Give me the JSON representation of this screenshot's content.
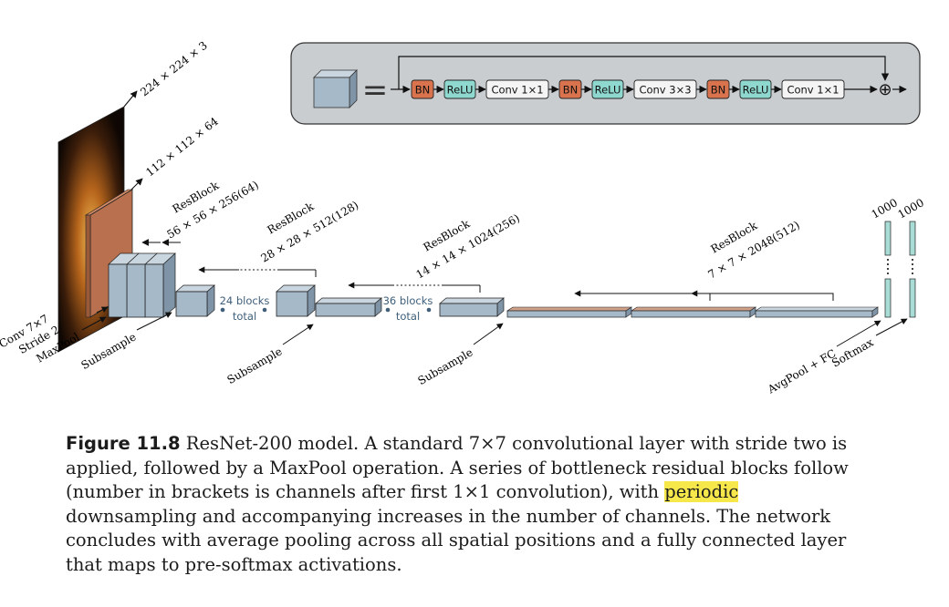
{
  "block": {
    "equals": "=",
    "ops": [
      {
        "label": "BN",
        "kind": "bn"
      },
      {
        "label": "ReLU",
        "kind": "relu"
      },
      {
        "label": "Conv 1×1",
        "kind": "conv"
      },
      {
        "label": "BN",
        "kind": "bn"
      },
      {
        "label": "ReLU",
        "kind": "relu"
      },
      {
        "label": "Conv 3×3",
        "kind": "conv"
      },
      {
        "label": "BN",
        "kind": "bn"
      },
      {
        "label": "ReLU",
        "kind": "relu"
      },
      {
        "label": "Conv 1×1",
        "kind": "conv"
      }
    ],
    "add_symbol": "⊕"
  },
  "labels": {
    "input_dim": "224 × 224 × 3",
    "conv_dim": "112 × 112 × 64",
    "res1_a": "ResBlock",
    "res1_b": "56 × 56 × 256(64)",
    "res2_a": "ResBlock",
    "res2_b": "28 × 28 × 512(128)",
    "res3_a": "ResBlock",
    "res3_b": "14 × 14 × 1024(256)",
    "res4_a": "ResBlock",
    "res4_b": "7 × 7 × 2048(512)",
    "conv_a": "Conv 7×7",
    "conv_b": "Stride 2",
    "maxpool": "MaxPool",
    "subsample1": "Subsample",
    "subsample2": "Subsample",
    "subsample3": "Subsample",
    "blocks24_a": "24 blocks",
    "blocks24_b": "total",
    "blocks36_a": "36 blocks",
    "blocks36_b": "total",
    "fc1": "1000",
    "fc2": "1000",
    "avgpool": "AvgPool + FC",
    "softmax": "Softmax"
  },
  "colors": {
    "bn": "#d9734e",
    "relu": "#8fd8cf",
    "conv": "#f4f4f4",
    "block_panel": "#c9cdd0",
    "block_face": "#a6b9c8",
    "block_top": "#cad6df",
    "block_side": "#7f94a6",
    "conv_layer": "#b8704e",
    "fc": "#a8dcd5",
    "highlight": "#f6e84a"
  },
  "caption": {
    "label": "Figure 11.8",
    "text_before": " ResNet-200 model.  A standard 7×7 convolutional layer with stride two is applied, followed by a MaxPool operation.  A series of bottleneck residual blocks follow (number in brackets is channels after first 1×1 convolution), with ",
    "highlight": "periodic",
    "text_after": " downsampling and accompanying increases in the number of channels. The network concludes with average pooling across all spatial positions and a fully connected layer that maps to pre-softmax activations."
  }
}
